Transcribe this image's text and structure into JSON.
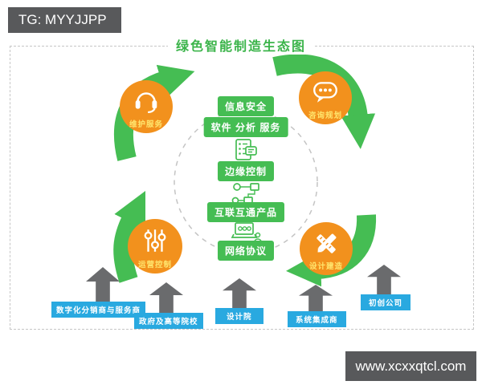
{
  "badges": {
    "top_left": "TG: MYYJJPP",
    "bottom_right": "www.xcxxqtcl.com"
  },
  "diagram": {
    "title": "绿色智能制造生态图",
    "cycle_nodes": [
      {
        "label": "维护服务",
        "icon": "headset-icon"
      },
      {
        "label": "咨询规划",
        "icon": "chat-bubble-icon"
      },
      {
        "label": "设计建造",
        "icon": "design-tools-icon"
      },
      {
        "label": "运营控制",
        "icon": "sliders-icon"
      }
    ],
    "core_items": [
      {
        "type": "pill",
        "label": "信息安全"
      },
      {
        "type": "pill",
        "label": "软件 分析 服务"
      },
      {
        "type": "icon",
        "icon": "server-board-icon"
      },
      {
        "type": "pill",
        "label": "边缘控制"
      },
      {
        "type": "icon",
        "icon": "workflow-nodes-icon"
      },
      {
        "type": "pill",
        "label": "互联互通产品"
      },
      {
        "type": "icon",
        "icon": "team-laptop-icon"
      },
      {
        "type": "pill",
        "label": "网络协议"
      }
    ],
    "bottom_inputs": [
      {
        "label": "数字化分销商与服务商"
      },
      {
        "label": "政府及高等院校"
      },
      {
        "label": "设计院"
      },
      {
        "label": "系统集成商"
      },
      {
        "label": "初创公司"
      }
    ],
    "colors": {
      "green": "#45bd53",
      "title_green": "#3bb44a",
      "orange": "#f2911d",
      "node_label_yellow": "#ffe66e",
      "input_blue": "#29a9e0",
      "gray_arrow": "#6a6b6d",
      "badge_bg": "#58595b"
    }
  }
}
